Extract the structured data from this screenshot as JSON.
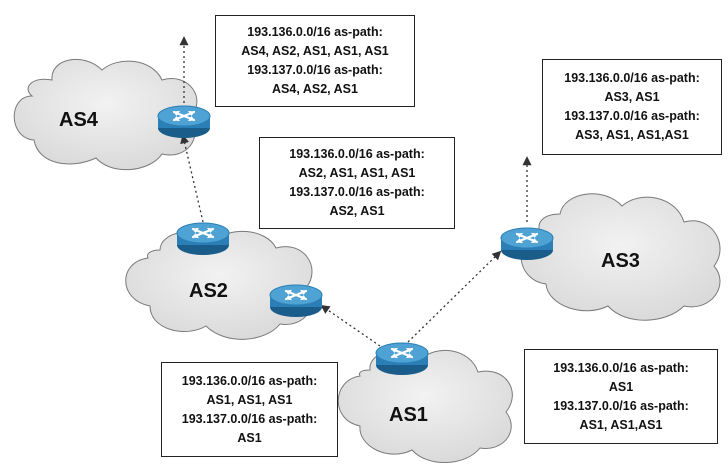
{
  "nodes": {
    "as1": {
      "label": "AS1"
    },
    "as2": {
      "label": "AS2"
    },
    "as3": {
      "label": "AS3"
    },
    "as4": {
      "label": "AS4"
    }
  },
  "boxes": {
    "top_as4": {
      "lines": [
        "193.136.0.0/16 as-path:",
        "AS4, AS2, AS1, AS1, AS1",
        "193.137.0.0/16 as-path:",
        "AS4, AS2, AS1"
      ]
    },
    "as3": {
      "lines": [
        "193.136.0.0/16 as-path:",
        "AS3, AS1",
        "193.137.0.0/16 as-path:",
        "AS3, AS1, AS1,AS1"
      ]
    },
    "as2": {
      "lines": [
        "193.136.0.0/16 as-path:",
        "AS2, AS1, AS1, AS1",
        "193.137.0.0/16 as-path:",
        "AS2, AS1"
      ]
    },
    "as1_left": {
      "lines": [
        "193.136.0.0/16 as-path:",
        "AS1, AS1, AS1",
        "193.137.0.0/16 as-path:",
        "AS1"
      ]
    },
    "as1_right": {
      "lines": [
        "193.136.0.0/16 as-path:",
        "AS1",
        "193.137.0.0/16 as-path:",
        "AS1, AS1,AS1"
      ]
    }
  },
  "colors": {
    "cloud_fill": "#e3e3e3",
    "cloud_stroke": "#7a7a7a",
    "router_body": "#2a7fb6",
    "router_top": "#4fa3d4",
    "router_dark": "#1a5d8a",
    "arrow": "#333333"
  }
}
